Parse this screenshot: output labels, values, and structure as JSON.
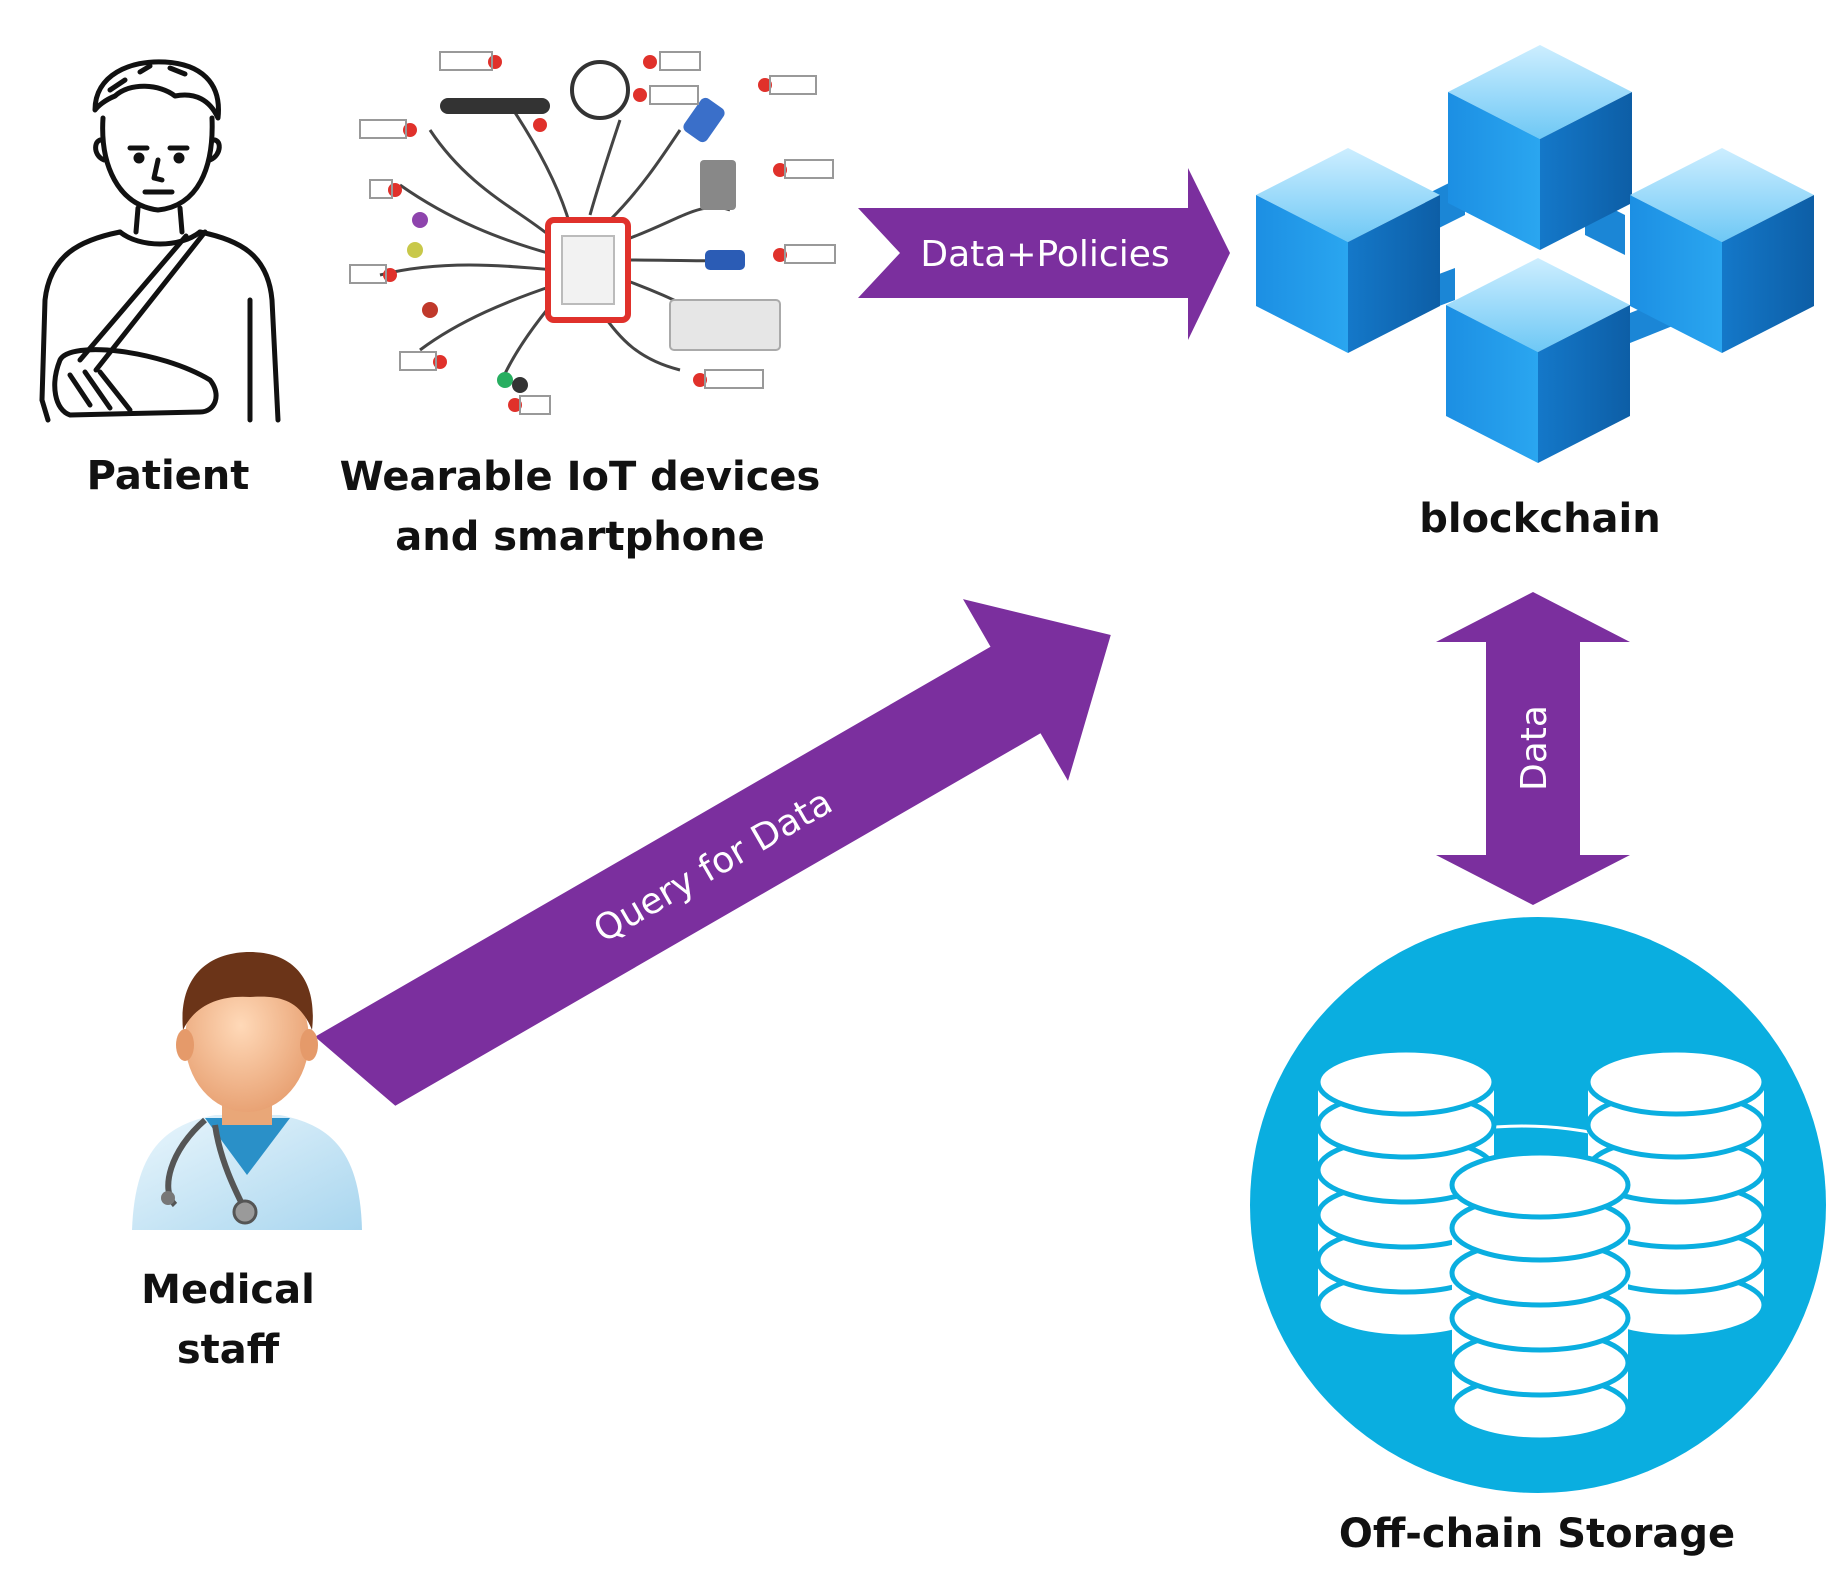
{
  "nodes": {
    "patient": {
      "label": "Patient"
    },
    "devices": {
      "label_line1": "Wearable IoT devices",
      "label_line2": "and smartphone"
    },
    "blockchain": {
      "label": "blockchain"
    },
    "medical_staff": {
      "label_line1": "Medical",
      "label_line2": "staff"
    },
    "storage": {
      "label": "Off-chain Storage"
    }
  },
  "edges": {
    "devices_to_blockchain": {
      "label": "Data+Policies"
    },
    "staff_to_blockchain": {
      "label": "Query for Data"
    },
    "blockchain_storage": {
      "label": "Data"
    }
  },
  "colors": {
    "arrow": "#7B2F9E",
    "blockchain_cube": "#1E90E0",
    "storage_circle": "#0AAEE0",
    "device_marker": "#E0312B"
  },
  "icons": {
    "patient": "patient-arm-sling-icon",
    "devices": "wearable-iot-devices-icon",
    "blockchain": "blockchain-cubes-icon",
    "medical_staff": "doctor-stethoscope-icon",
    "storage": "database-stacks-icon"
  }
}
